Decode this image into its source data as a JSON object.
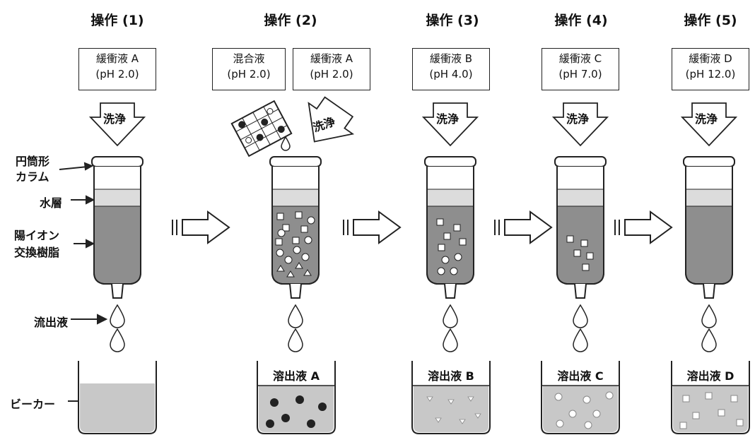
{
  "operations": [
    {
      "title": "操作 (1)",
      "buffers": [
        {
          "name": "緩衝液 A",
          "ph": "(pH 2.0)"
        }
      ],
      "wash": "洗浄",
      "eluate": ""
    },
    {
      "title": "操作 (2)",
      "buffers": [
        {
          "name": "混合液",
          "ph": "(pH 2.0)"
        },
        {
          "name": "緩衝液 A",
          "ph": "(pH 2.0)"
        }
      ],
      "wash": "洗浄",
      "eluate": "溶出液 A"
    },
    {
      "title": "操作 (3)",
      "buffers": [
        {
          "name": "緩衝液 B",
          "ph": "(pH 4.0)"
        }
      ],
      "wash": "洗浄",
      "eluate": "溶出液 B"
    },
    {
      "title": "操作 (4)",
      "buffers": [
        {
          "name": "緩衝液 C",
          "ph": "(pH 7.0)"
        }
      ],
      "wash": "洗浄",
      "eluate": "溶出液 C"
    },
    {
      "title": "操作 (5)",
      "buffers": [
        {
          "name": "緩衝液 D",
          "ph": "(pH 12.0)"
        }
      ],
      "wash": "洗浄",
      "eluate": "溶出液 D"
    }
  ],
  "labels": {
    "column_line1": "円筒形",
    "column_line2": "カラム",
    "water_layer": "水層",
    "resin_line1": "陽イオン",
    "resin_line2": "交換樹脂",
    "effluent": "流出液",
    "beaker": "ビーカー"
  },
  "colors": {
    "resin": "#8e8e8e",
    "water": "#dcdcdc",
    "beaker_liquid": "#c8c8c8",
    "outline": "#222222"
  }
}
